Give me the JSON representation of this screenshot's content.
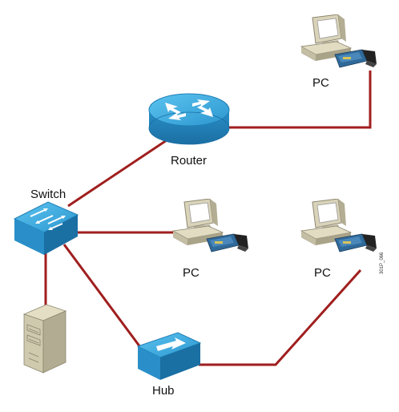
{
  "labels": {
    "router": "Router",
    "switch": "Switch",
    "hub": "Hub",
    "pc_top": "PC",
    "pc_middle": "PC",
    "pc_right": "PC"
  },
  "figure_code": "301P_066",
  "colors": {
    "cable": "#a01e1e",
    "device_blue": "#3ba7db",
    "device_blue_dark": "#1f7fb5",
    "pc_beige": "#d8d2b8",
    "pc_beige_dark": "#a8a288",
    "server_beige": "#d7d2b3"
  },
  "icons": [
    "router-icon",
    "switch-icon",
    "hub-icon",
    "pc-icon",
    "server-icon",
    "nic-card-icon"
  ]
}
